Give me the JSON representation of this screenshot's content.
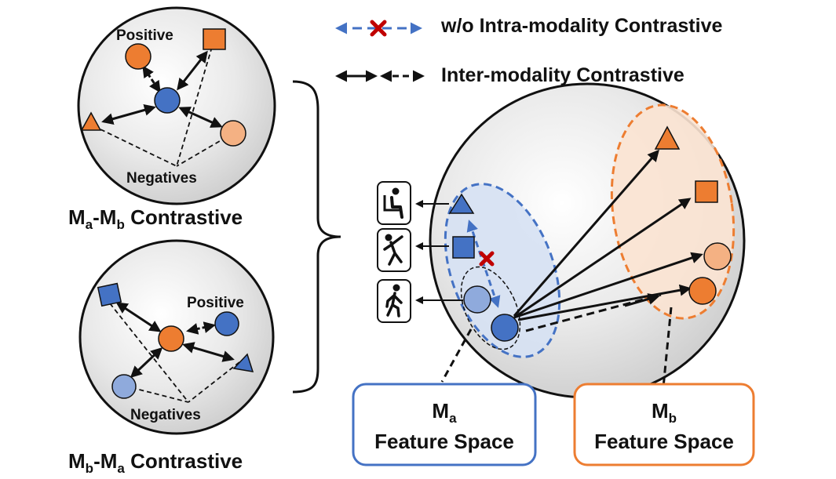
{
  "legend": {
    "intra_label": "w/o Intra-modality Contrastive",
    "inter_label": "Inter-modality Contrastive"
  },
  "panel_ab": {
    "positive": "Positive",
    "negatives": "Negatives",
    "caption": {
      "a": "M",
      "a_sub": "a",
      "dash": "-M",
      "b_sub": "b",
      "rest": " Contrastive"
    }
  },
  "panel_ba": {
    "positive": "Positive",
    "negatives": "Negatives",
    "caption": {
      "a": "M",
      "a_sub": "b",
      "dash": "-M",
      "b_sub": "a",
      "rest": " Contrastive"
    }
  },
  "feature_spaces": {
    "a": {
      "title": "M",
      "sub": "a",
      "line2": "Feature Space"
    },
    "b": {
      "title": "M",
      "sub": "b",
      "line2": "Feature Space"
    }
  },
  "icons": [
    "sitting-person-icon",
    "dancing-person-icon",
    "walking-person-icon"
  ],
  "colors": {
    "blue": "#4472C4",
    "light_blue": "#8FAADC",
    "orange": "#ED7D31",
    "light_orange": "#F4B183",
    "red_x": "#C00000"
  }
}
